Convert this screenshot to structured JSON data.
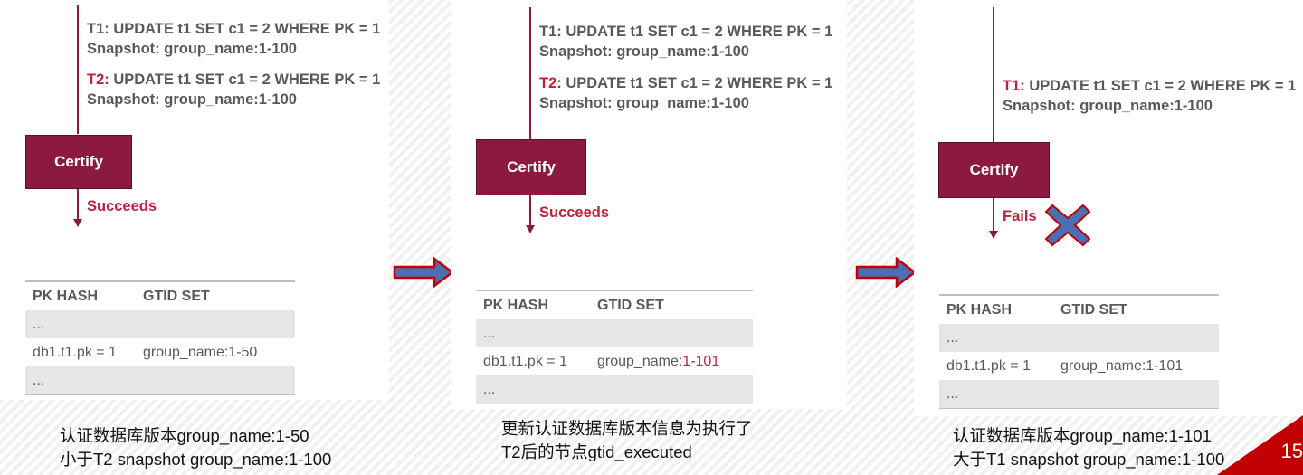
{
  "panels": [
    {
      "t1_prefix": "T1:",
      "t1_stmt": " UPDATE t1 SET c1 = 2 WHERE PK = 1",
      "t1_snapshot": "Snapshot: group_name:1-100",
      "t2_prefix": "T2:",
      "t2_stmt": " UPDATE t1 SET c1 = 2 WHERE PK = 1",
      "t2_snapshot": "Snapshot: group_name:1-100",
      "certify": "Certify",
      "result": "Succeeds",
      "table": {
        "headers": [
          "PK HASH",
          "GTID SET"
        ],
        "rows": [
          [
            "...",
            ""
          ],
          [
            "db1.t1.pk = 1",
            "group_name:1-50"
          ],
          [
            "...",
            ""
          ]
        ]
      },
      "caption_line1": "认证数据库版本group_name:1-50",
      "caption_line2": "小于T2 snapshot group_name:1-100"
    },
    {
      "t1_prefix": "T1:",
      "t1_stmt": " UPDATE t1 SET c1 = 2 WHERE PK = 1",
      "t1_snapshot": "Snapshot: group_name:1-100",
      "t2_prefix": "T2:",
      "t2_stmt": " UPDATE t1 SET c1 = 2 WHERE PK = 1",
      "t2_snapshot": "Snapshot: group_name:1-100",
      "certify": "Certify",
      "result": "Succeeds",
      "table": {
        "headers": [
          "PK HASH",
          "GTID SET"
        ],
        "rows": [
          [
            "...",
            ""
          ],
          [
            "db1.t1.pk = 1",
            "group_name:"
          ],
          [
            "...",
            ""
          ]
        ],
        "highlight": "1-101"
      },
      "caption_line1": "更新认证数据库版本信息为执行了",
      "caption_line2": "T2后的节点gtid_executed"
    },
    {
      "t1_prefix": "T1:",
      "t1_stmt": " UPDATE t1 SET c1 = 2 WHERE PK = 1",
      "t1_snapshot": "Snapshot: group_name:1-100",
      "certify": "Certify",
      "result": "Fails",
      "table": {
        "headers": [
          "PK HASH",
          "GTID SET"
        ],
        "rows": [
          [
            "...",
            ""
          ],
          [
            "db1.t1.pk = 1",
            "group_name:1-101"
          ],
          [
            "...",
            ""
          ]
        ]
      },
      "caption_line1": "认证数据库版本group_name:1-101",
      "caption_line2": "大于T1 snapshot group_name:1-100"
    }
  ],
  "page_number": "15",
  "colors": {
    "accent": "#8b1a3e",
    "highlight": "#c0203a",
    "arrow_fill": "#4a6fb5",
    "arrow_border": "#c00000",
    "cross_fill": "#4a6fb5"
  }
}
